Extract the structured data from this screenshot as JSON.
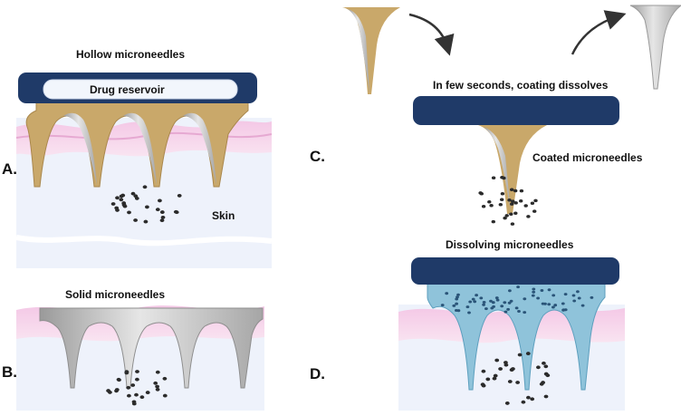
{
  "panels": {
    "a": {
      "letter": "A.",
      "title": "Hollow microneedles",
      "reservoir_label": "Drug reservoir",
      "tissue_label": "Skin"
    },
    "b": {
      "letter": "B.",
      "title": "Solid microneedles"
    },
    "c": {
      "letter": "C.",
      "title": "In few seconds, coating dissolves",
      "needle_label": "Coated microneedles"
    },
    "d": {
      "letter": "D.",
      "title": "Dissolving microneedles"
    }
  },
  "colors": {
    "base_plate": "#1f3a68",
    "drug_coating": "#c9a86a",
    "needle_steel": "#c4c4c4",
    "skin_surface": "#f2bfe0",
    "tissue": "#eef2fb",
    "dissolving_matrix": "#8fc3da",
    "drug_particle": "#2b2b2b"
  },
  "icons": [
    "curved-arrow-icon"
  ]
}
